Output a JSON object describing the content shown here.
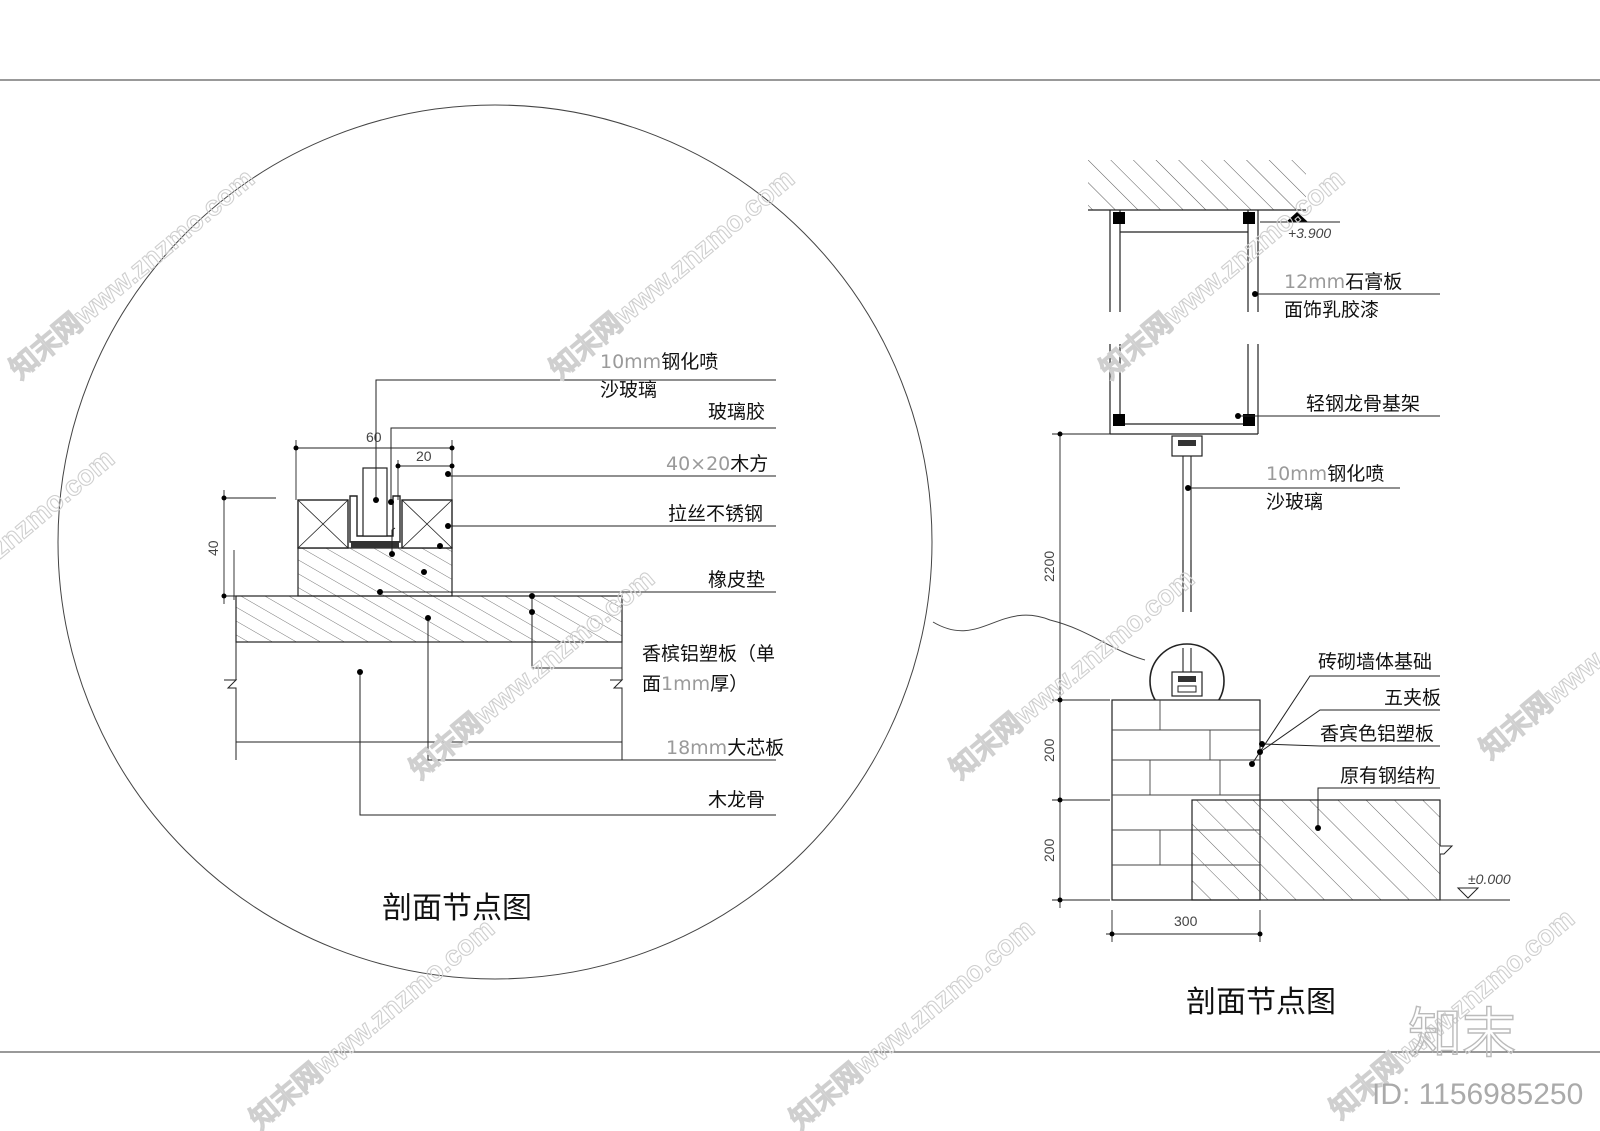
{
  "watermark": {
    "text": "知末网www.znzmo.com",
    "brand": "知末",
    "id": "ID: 1156985250"
  },
  "detail_left": {
    "title": "剖面节点图",
    "dims": {
      "d60": "60",
      "d20": "20",
      "d40": "40"
    },
    "labels": {
      "glass_spec": "10mm",
      "glass_name": "钢化喷",
      "glass_line2": "沙玻璃",
      "glue": "玻璃胶",
      "wood_size": "40×20",
      "wood_name": "木方",
      "stainless": "拉丝不锈钢",
      "rubber": "橡皮垫",
      "panel_line1": "香槟铝塑板（单",
      "panel_line2_a": "面",
      "panel_line2_b": "1mm",
      "panel_line2_c": "厚）",
      "core_spec": "18mm",
      "core_name": "大芯板",
      "keel": "木龙骨"
    }
  },
  "detail_right": {
    "title": "剖面节点图",
    "elevation_top": "+3.900",
    "elevation_bottom": "±0.000",
    "dims": {
      "h2200": "2200",
      "h200a": "200",
      "h200b": "200",
      "w300": "300"
    },
    "labels": {
      "gypsum_spec": "12mm",
      "gypsum_name": "石膏板",
      "finish": "面饰乳胶漆",
      "frame": "轻钢龙骨基架",
      "glass_spec": "10mm",
      "glass_name": "钢化喷",
      "glass_line2": "沙玻璃",
      "brick": "砖砌墙体基础",
      "plywood": "五夹板",
      "panel": "香宾色铝塑板",
      "steel": "原有钢结构"
    }
  },
  "colors": {
    "line": "#222222",
    "hatch": "#555555",
    "watermark": "#cfcfcf"
  }
}
